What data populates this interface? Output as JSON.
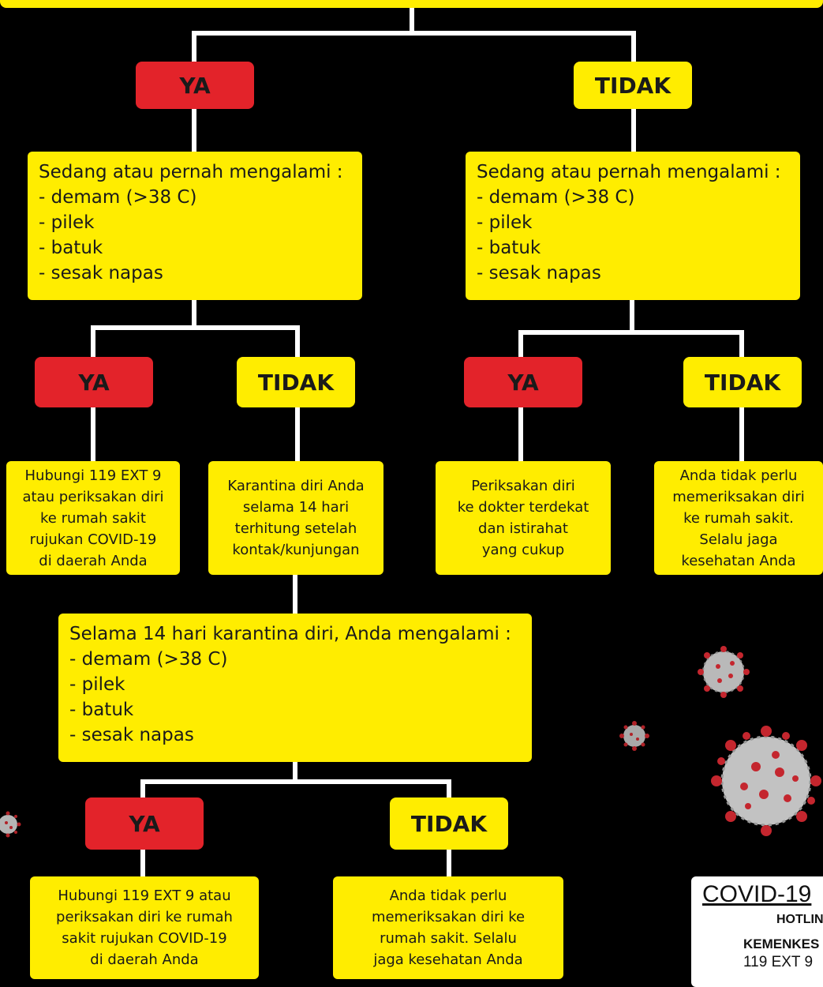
{
  "branches": {
    "top_ya": "YA",
    "top_tidak": "TIDAK",
    "left_ya": "YA",
    "left_tidak": "TIDAK",
    "right_ya": "YA",
    "right_tidak": "TIDAK",
    "bottom_ya": "YA",
    "bottom_tidak": "TIDAK"
  },
  "question_left": {
    "title": "Sedang atau pernah mengalami :",
    "items": [
      "- demam (>38 C)",
      "- pilek",
      "- batuk",
      "- sesak napas"
    ]
  },
  "question_right": {
    "title": "Sedang atau pernah mengalami :",
    "items": [
      "- demam (>38 C)",
      "- pilek",
      "- batuk",
      "- sesak napas"
    ]
  },
  "question_bottom": {
    "title": "Selama 14 hari karantina diri, Anda mengalami :",
    "items": [
      "- demam (>38 C)",
      "- pilek",
      "- batuk",
      "- sesak napas"
    ]
  },
  "answers": {
    "a1": [
      "Hubungi 119 EXT 9",
      "atau periksakan diri",
      "ke rumah sakit",
      "rujukan COVID-19",
      "di daerah Anda"
    ],
    "a2": [
      "Karantina diri Anda",
      "selama 14 hari",
      "terhitung setelah",
      "kontak/kunjungan"
    ],
    "a3": [
      "Periksakan diri",
      "ke dokter terdekat",
      "dan istirahat",
      "yang cukup"
    ],
    "a4": [
      "Anda tidak perlu",
      "memeriksakan diri",
      "ke rumah sakit.",
      "Selalu jaga",
      "kesehatan Anda"
    ],
    "a5": [
      "Hubungi 119 EXT 9 atau",
      "periksakan diri ke rumah",
      "sakit rujukan COVID-19",
      "di daerah Anda"
    ],
    "a6": [
      "Anda tidak perlu",
      "memeriksakan diri ke",
      "rumah sakit. Selalu",
      "jaga kesehatan Anda"
    ]
  },
  "hotline": {
    "title": "COVID-19",
    "subtitle": "HOTLINE",
    "org": "KEMENKES RI",
    "number": "119 EXT 9"
  },
  "colors": {
    "background": "#000000",
    "yes": "#e3232a",
    "no_and_boxes": "#ffed00",
    "connector": "#ffffff"
  }
}
